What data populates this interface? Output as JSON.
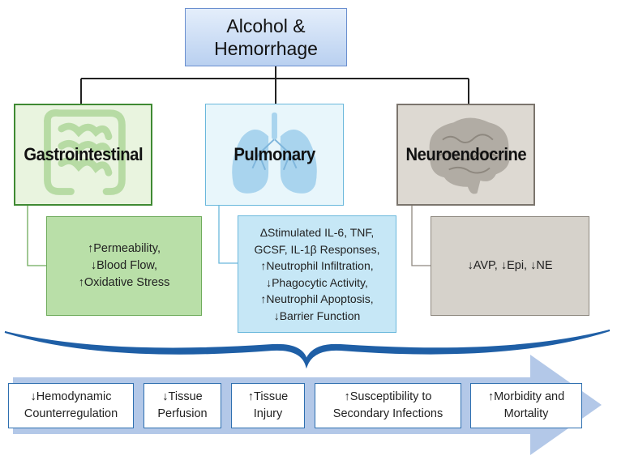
{
  "top": {
    "line1": "Alcohol &",
    "line2": "Hemorrhage"
  },
  "categories": [
    {
      "title": "Gastrointestinal",
      "icon": "intestine-icon",
      "color": "#3f8a33"
    },
    {
      "title": "Pulmonary",
      "icon": "lungs-icon",
      "color": "#6ab8dc"
    },
    {
      "title": "Neuroendocrine",
      "icon": "brain-icon",
      "color": "#7b756d"
    }
  ],
  "details": {
    "gastrointestinal": [
      "↑Permeability,",
      "↓Blood Flow,",
      "↑Oxidative Stress"
    ],
    "pulmonary": [
      "ΔStimulated IL-6, TNF,",
      "GCSF, IL-1β Responses,",
      "↑Neutrophil Infiltration,",
      "↓Phagocytic Activity,",
      "↑Neutrophil Apoptosis,",
      "↓Barrier Function"
    ],
    "neuroendocrine": [
      "↓AVP, ↓Epi, ↓NE"
    ]
  },
  "outcomes": [
    [
      "↓Hemodynamic",
      "Counterregulation"
    ],
    [
      "↓Tissue",
      "Perfusion"
    ],
    [
      "↑Tissue",
      "Injury"
    ],
    [
      "↑Susceptibility to",
      "Secondary Infections"
    ],
    [
      "↑Morbidity and",
      "Mortality"
    ]
  ],
  "colors": {
    "arrow": "#b3c8e8",
    "brace": "#1f5fa6",
    "box_border": "#2e6fb0"
  }
}
